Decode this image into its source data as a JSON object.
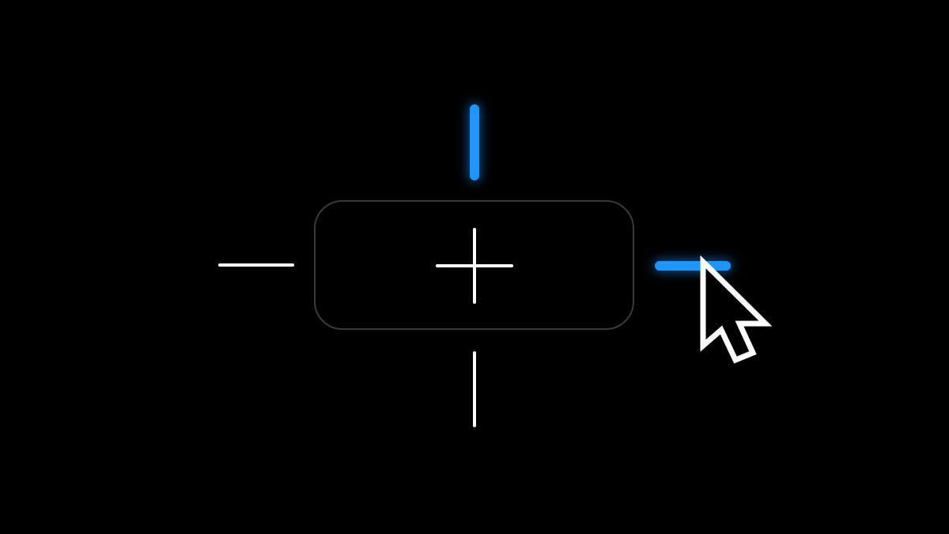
{
  "colors": {
    "background": "#000000",
    "accent": "#1e96ff",
    "handle": "#ffffff",
    "box_border": "#3a3a3a"
  },
  "widget": {
    "center_icon": "plus-icon",
    "active_handles": [
      "top",
      "right"
    ],
    "inactive_handles": [
      "left",
      "bottom"
    ]
  },
  "pointer": {
    "icon": "mouse-cursor-arrow-icon",
    "hovering": "right-handle"
  }
}
